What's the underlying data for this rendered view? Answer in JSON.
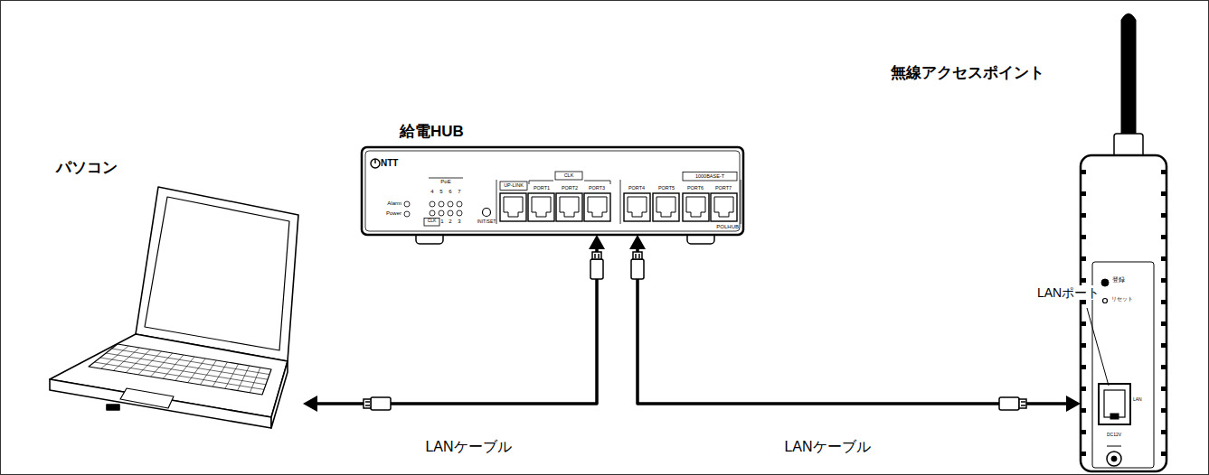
{
  "diagram": {
    "nodes": [
      {
        "text": [
          "パソコン"
        ]
      },
      {
        "text": [
          "給電HUB"
        ]
      },
      {
        "text": [
          "無線アクセスポイント"
        ]
      }
    ],
    "edges": [
      {
        "from": 0,
        "to": 1,
        "arrow": "both",
        "label": "LANケーブル"
      },
      {
        "from": 1,
        "to": 2,
        "arrow": "both",
        "label": "LANケーブル"
      }
    ],
    "labels": [
      "NTT",
      "PoE",
      "4",
      "5",
      "6",
      "7",
      "Alarm",
      "Power",
      "CLK",
      "1",
      "2",
      "3",
      "INIT/SET",
      "UP-LINK",
      "CLK",
      "PORT1",
      "PORT2",
      "PORT3",
      "PORT4",
      "PORT5",
      "1000BASE-T",
      "PORT6",
      "PORT7",
      "POLHUB",
      "LANポート",
      "登録",
      "リセット",
      "LAN",
      "DC12V"
    ]
  }
}
